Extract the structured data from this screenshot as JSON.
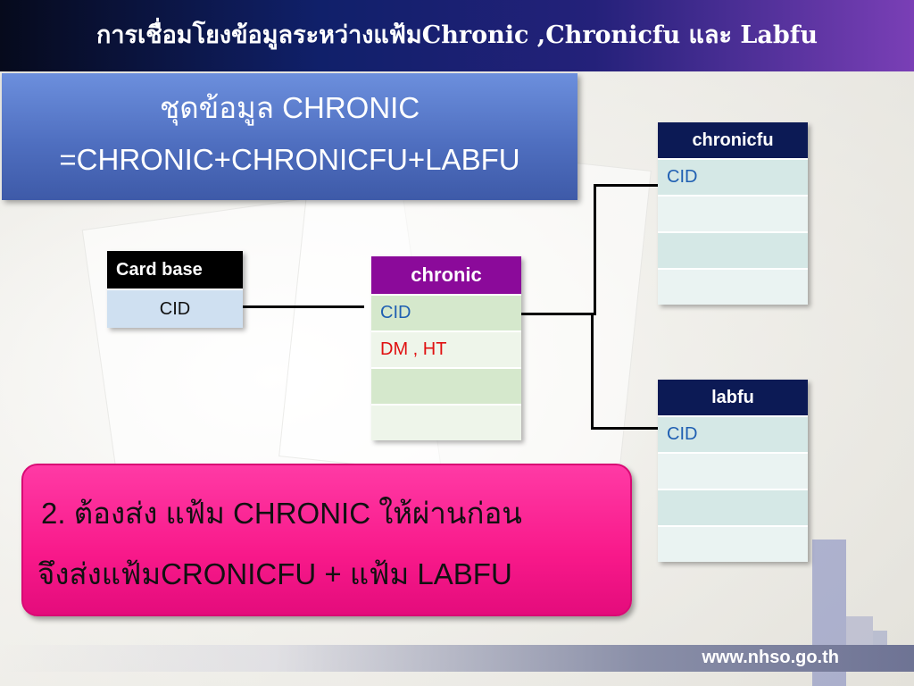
{
  "slide": {
    "title": "การเชื่อมโยงข้อมูลระหว่างแฟ้มChronic ,Chronicfu และ Labfu",
    "dataset_line1": "ชุดข้อมูล CHRONIC",
    "dataset_line2": "=CHRONIC+CHRONICFU+LABFU",
    "note_line1": "2.   ต้องส่ง แฟ้ม CHRONIC ให้ผ่านก่อน",
    "note_line2": "จึงส่งแฟ้มCRONICFU + แฟ้ม LABFU",
    "footer_url": "www.nhso.go.th"
  },
  "tables": {
    "card_base": {
      "header": "Card base",
      "rows": [
        "CID"
      ]
    },
    "chronic": {
      "header": "chronic",
      "rows": [
        "CID",
        "DM , HT",
        "",
        ""
      ]
    },
    "chronicfu": {
      "header": "chronicfu",
      "rows": [
        "CID",
        "",
        "",
        ""
      ]
    },
    "labfu": {
      "header": "labfu",
      "rows": [
        "CID",
        "",
        "",
        ""
      ]
    }
  },
  "colors": {
    "chronic_header": "#8b0a9a",
    "side_header": "#0c1a55",
    "note_background": "#f8198a",
    "dataset_box": "#5577c8",
    "dm_ht_text": "#e01010",
    "cid_text": "#1f5fb2"
  }
}
